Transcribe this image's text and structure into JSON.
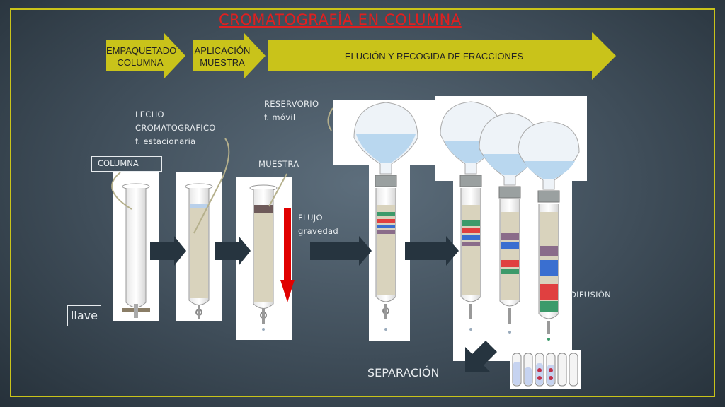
{
  "title": "CROMATOGRAFÍA EN COLUMNA",
  "steps": {
    "packing": "EMPAQUETADO COLUMNA",
    "application": "APLICACIÓN MUESTRA",
    "elution": "ELUCIÓN Y RECOGIDA DE FRACCIONES"
  },
  "labels": {
    "columna": "COLUMNA",
    "lecho_line1": "LECHO",
    "lecho_line2": "CROMATOGRÁFICO",
    "lecho_line3": "f. estacionaria",
    "muestra": "MUESTRA",
    "reservorio_line1": "RESERVORIO",
    "reservorio_line2": "f. móvil",
    "flujo_line1": "FLUJO",
    "flujo_line2": "gravedad",
    "difusion": "DIFUSIÓN",
    "llave": "llave",
    "separacion": "SEPARACIÓN"
  },
  "colors": {
    "accent_yellow": "#c9c31a",
    "title_red": "#e02020",
    "flow_arrow_red": "#e00000",
    "band_red": "#e04040",
    "band_blue": "#3a6fd0",
    "band_green": "#3c9a6a",
    "band_tan": "#d9d3bd"
  }
}
